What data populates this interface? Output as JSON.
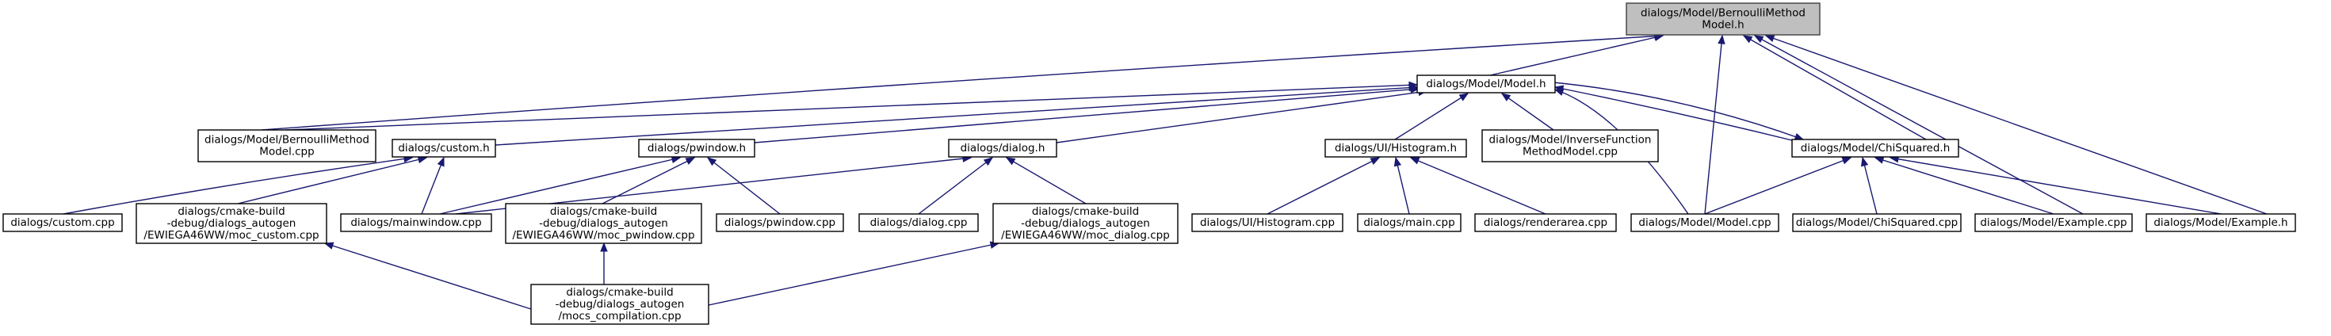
{
  "diagram": {
    "type": "include-dependency-graph",
    "nodes": [
      {
        "id": "root",
        "lines": [
          "dialogs/Model/BernoulliMethod",
          "Model.h"
        ],
        "root": true
      },
      {
        "id": "bern_cpp",
        "lines": [
          "dialogs/Model/BernoulliMethod",
          "Model.cpp"
        ]
      },
      {
        "id": "model_h",
        "lines": [
          "dialogs/Model/Model.h"
        ]
      },
      {
        "id": "custom_h",
        "lines": [
          "dialogs/custom.h"
        ]
      },
      {
        "id": "pwindow_h",
        "lines": [
          "dialogs/pwindow.h"
        ]
      },
      {
        "id": "dialog_h",
        "lines": [
          "dialogs/dialog.h"
        ]
      },
      {
        "id": "hist_h",
        "lines": [
          "dialogs/UI/Histogram.h"
        ]
      },
      {
        "id": "inv_cpp",
        "lines": [
          "dialogs/Model/InverseFunction",
          "MethodModel.cpp"
        ]
      },
      {
        "id": "chi_h",
        "lines": [
          "dialogs/Model/ChiSquared.h"
        ]
      },
      {
        "id": "custom_cpp",
        "lines": [
          "dialogs/custom.cpp"
        ]
      },
      {
        "id": "moc_custom",
        "lines": [
          "dialogs/cmake-build",
          "-debug/dialogs_autogen",
          "/EWIEGA46WW/moc_custom.cpp"
        ]
      },
      {
        "id": "mainwindow",
        "lines": [
          "dialogs/mainwindow.cpp"
        ]
      },
      {
        "id": "moc_pwindow",
        "lines": [
          "dialogs/cmake-build",
          "-debug/dialogs_autogen",
          "/EWIEGA46WW/moc_pwindow.cpp"
        ]
      },
      {
        "id": "pwindow_cpp",
        "lines": [
          "dialogs/pwindow.cpp"
        ]
      },
      {
        "id": "dialog_cpp",
        "lines": [
          "dialogs/dialog.cpp"
        ]
      },
      {
        "id": "moc_dialog",
        "lines": [
          "dialogs/cmake-build",
          "-debug/dialogs_autogen",
          "/EWIEGA46WW/moc_dialog.cpp"
        ]
      },
      {
        "id": "hist_cpp",
        "lines": [
          "dialogs/UI/Histogram.cpp"
        ]
      },
      {
        "id": "main_cpp",
        "lines": [
          "dialogs/main.cpp"
        ]
      },
      {
        "id": "render_cpp",
        "lines": [
          "dialogs/renderarea.cpp"
        ]
      },
      {
        "id": "model_cpp",
        "lines": [
          "dialogs/Model/Model.cpp"
        ]
      },
      {
        "id": "chi_cpp",
        "lines": [
          "dialogs/Model/ChiSquared.cpp"
        ]
      },
      {
        "id": "example_cpp",
        "lines": [
          "dialogs/Model/Example.cpp"
        ]
      },
      {
        "id": "example_h",
        "lines": [
          "dialogs/Model/Example.h"
        ]
      },
      {
        "id": "mocs_comp",
        "lines": [
          "dialogs/cmake-build",
          "-debug/dialogs_autogen",
          "/mocs_compilation.cpp"
        ]
      }
    ],
    "edges": [
      [
        "bern_cpp",
        "root"
      ],
      [
        "model_h",
        "root"
      ],
      [
        "model_cpp",
        "root"
      ],
      [
        "chi_h",
        "root"
      ],
      [
        "example_cpp",
        "root"
      ],
      [
        "example_h",
        "root"
      ],
      [
        "bern_cpp",
        "model_h"
      ],
      [
        "custom_h",
        "model_h"
      ],
      [
        "pwindow_h",
        "model_h"
      ],
      [
        "dialog_h",
        "model_h"
      ],
      [
        "hist_h",
        "model_h"
      ],
      [
        "inv_cpp",
        "model_h"
      ],
      [
        "chi_h",
        "model_h"
      ],
      [
        "model_cpp",
        "model_h"
      ],
      [
        "model_h",
        "chi_h"
      ],
      [
        "custom_cpp",
        "custom_h"
      ],
      [
        "moc_custom",
        "custom_h"
      ],
      [
        "mainwindow",
        "custom_h"
      ],
      [
        "mainwindow",
        "pwindow_h"
      ],
      [
        "moc_pwindow",
        "pwindow_h"
      ],
      [
        "pwindow_cpp",
        "pwindow_h"
      ],
      [
        "mainwindow",
        "dialog_h"
      ],
      [
        "dialog_cpp",
        "dialog_h"
      ],
      [
        "moc_dialog",
        "dialog_h"
      ],
      [
        "hist_cpp",
        "hist_h"
      ],
      [
        "main_cpp",
        "hist_h"
      ],
      [
        "render_cpp",
        "hist_h"
      ],
      [
        "model_cpp",
        "chi_h"
      ],
      [
        "chi_cpp",
        "chi_h"
      ],
      [
        "example_cpp",
        "chi_h"
      ],
      [
        "example_h",
        "chi_h"
      ],
      [
        "mocs_comp",
        "moc_custom"
      ],
      [
        "mocs_comp",
        "moc_pwindow"
      ],
      [
        "mocs_comp",
        "moc_dialog"
      ]
    ]
  },
  "colors": {
    "edge": "#191970",
    "root_fill": "#bfbfbf",
    "node_fill": "#ffffff",
    "node_border": "#000000"
  }
}
